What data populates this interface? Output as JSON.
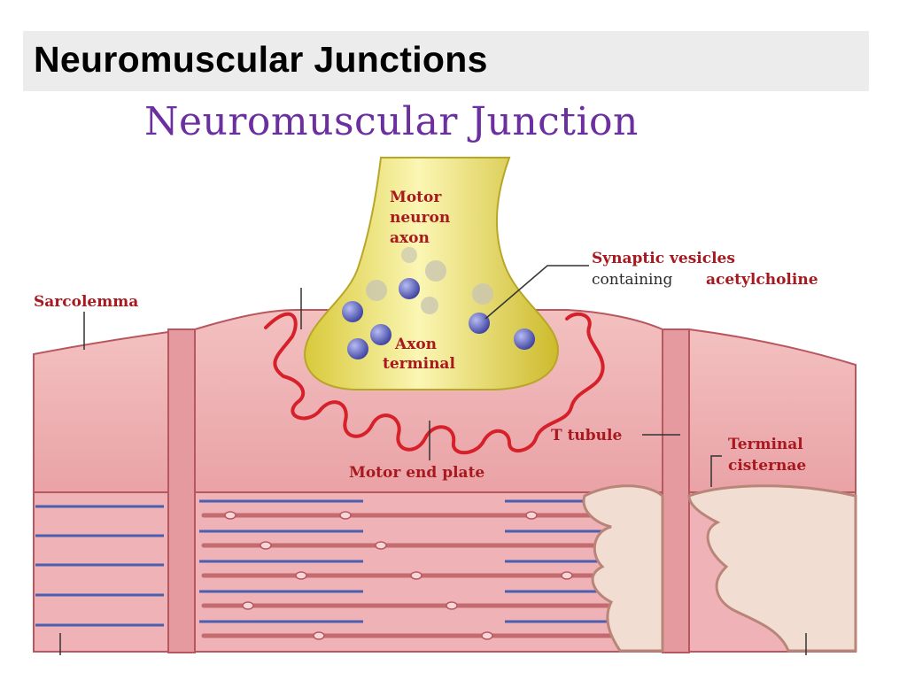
{
  "slide": {
    "title": "Neuromuscular Junctions"
  },
  "diagram": {
    "title": "Neuromuscular Junction",
    "labels": {
      "motor_neuron_axon_1": "Motor",
      "motor_neuron_axon_2": "neuron",
      "motor_neuron_axon_3": "axon",
      "synaptic_vesicles_1": "Synaptic vesicles",
      "synaptic_vesicles_2a": "containing",
      "synaptic_vesicles_2b": "acetylcholine",
      "sarcolemma": "Sarcolemma",
      "axon_terminal_1": "Axon",
      "axon_terminal_2": "terminal",
      "t_tubule": "T tubule",
      "terminal_cisternae_1": "Terminal",
      "terminal_cisternae_2": "cisternae",
      "motor_end_plate": "Motor end plate"
    },
    "colors": {
      "muscle": "#f0b3b3",
      "muscle_dark": "#c9707a",
      "end_plate": "#d6202a",
      "axon": "#f5ea7a",
      "vesicle": "#5a5fc0",
      "label": "#a8191f",
      "title": "#6b2fa0"
    }
  }
}
